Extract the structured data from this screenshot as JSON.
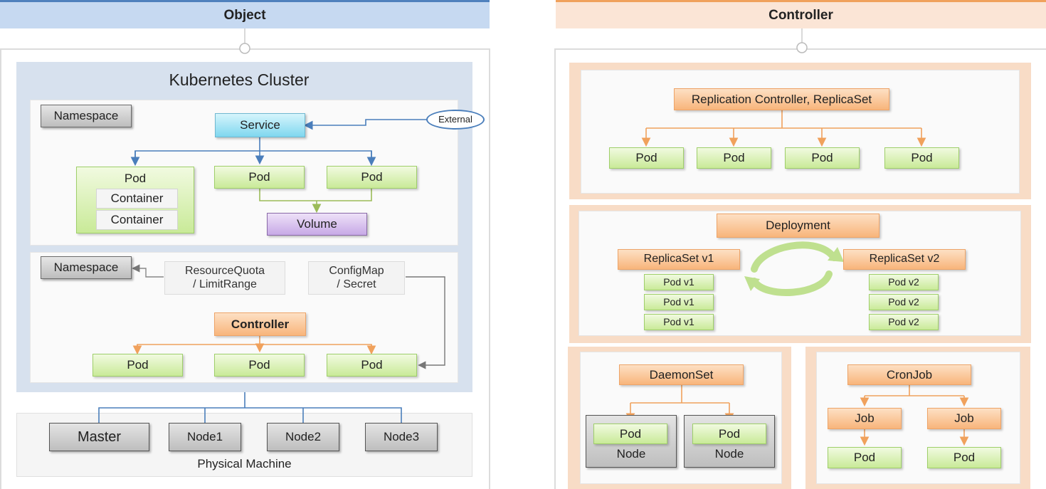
{
  "object": {
    "header": "Object",
    "cluster_title": "Kubernetes Cluster",
    "ns1": {
      "namespace": "Namespace",
      "service": "Service",
      "external": "External",
      "pod_group": "Pod",
      "containers": [
        "Container",
        "Container"
      ],
      "pods": [
        "Pod",
        "Pod"
      ],
      "volume": "Volume"
    },
    "ns2": {
      "namespace": "Namespace",
      "resource_quota": "ResourceQuota\n/ LimitRange",
      "configmap": "ConfigMap\n/ Secret",
      "controller": "Controller",
      "pods": [
        "Pod",
        "Pod",
        "Pod"
      ]
    },
    "physical": {
      "label": "Physical Machine",
      "nodes": [
        "Master",
        "Node1",
        "Node2",
        "Node3"
      ]
    }
  },
  "controller": {
    "header": "Controller",
    "rc": {
      "title": "Replication Controller, ReplicaSet",
      "pods": [
        "Pod",
        "Pod",
        "Pod",
        "Pod"
      ]
    },
    "deployment": {
      "title": "Deployment",
      "rs1": "ReplicaSet v1",
      "rs2": "ReplicaSet v2",
      "pods_v1": [
        "Pod v1",
        "Pod v1",
        "Pod v1"
      ],
      "pods_v2": [
        "Pod v2",
        "Pod v2",
        "Pod v2"
      ]
    },
    "daemonset": {
      "title": "DaemonSet",
      "nodes": [
        {
          "pod": "Pod",
          "node": "Node"
        },
        {
          "pod": "Pod",
          "node": "Node"
        }
      ]
    },
    "cronjob": {
      "title": "CronJob",
      "jobs": [
        "Job",
        "Job"
      ],
      "pods": [
        "Pod",
        "Pod"
      ]
    }
  },
  "colors": {
    "object_header": "#c6d9f1",
    "controller_header": "#fbe5d6",
    "blue_arrow": "#4a7ebb",
    "orange_arrow": "#f0a15c",
    "green_arrow": "#9bbb59"
  }
}
